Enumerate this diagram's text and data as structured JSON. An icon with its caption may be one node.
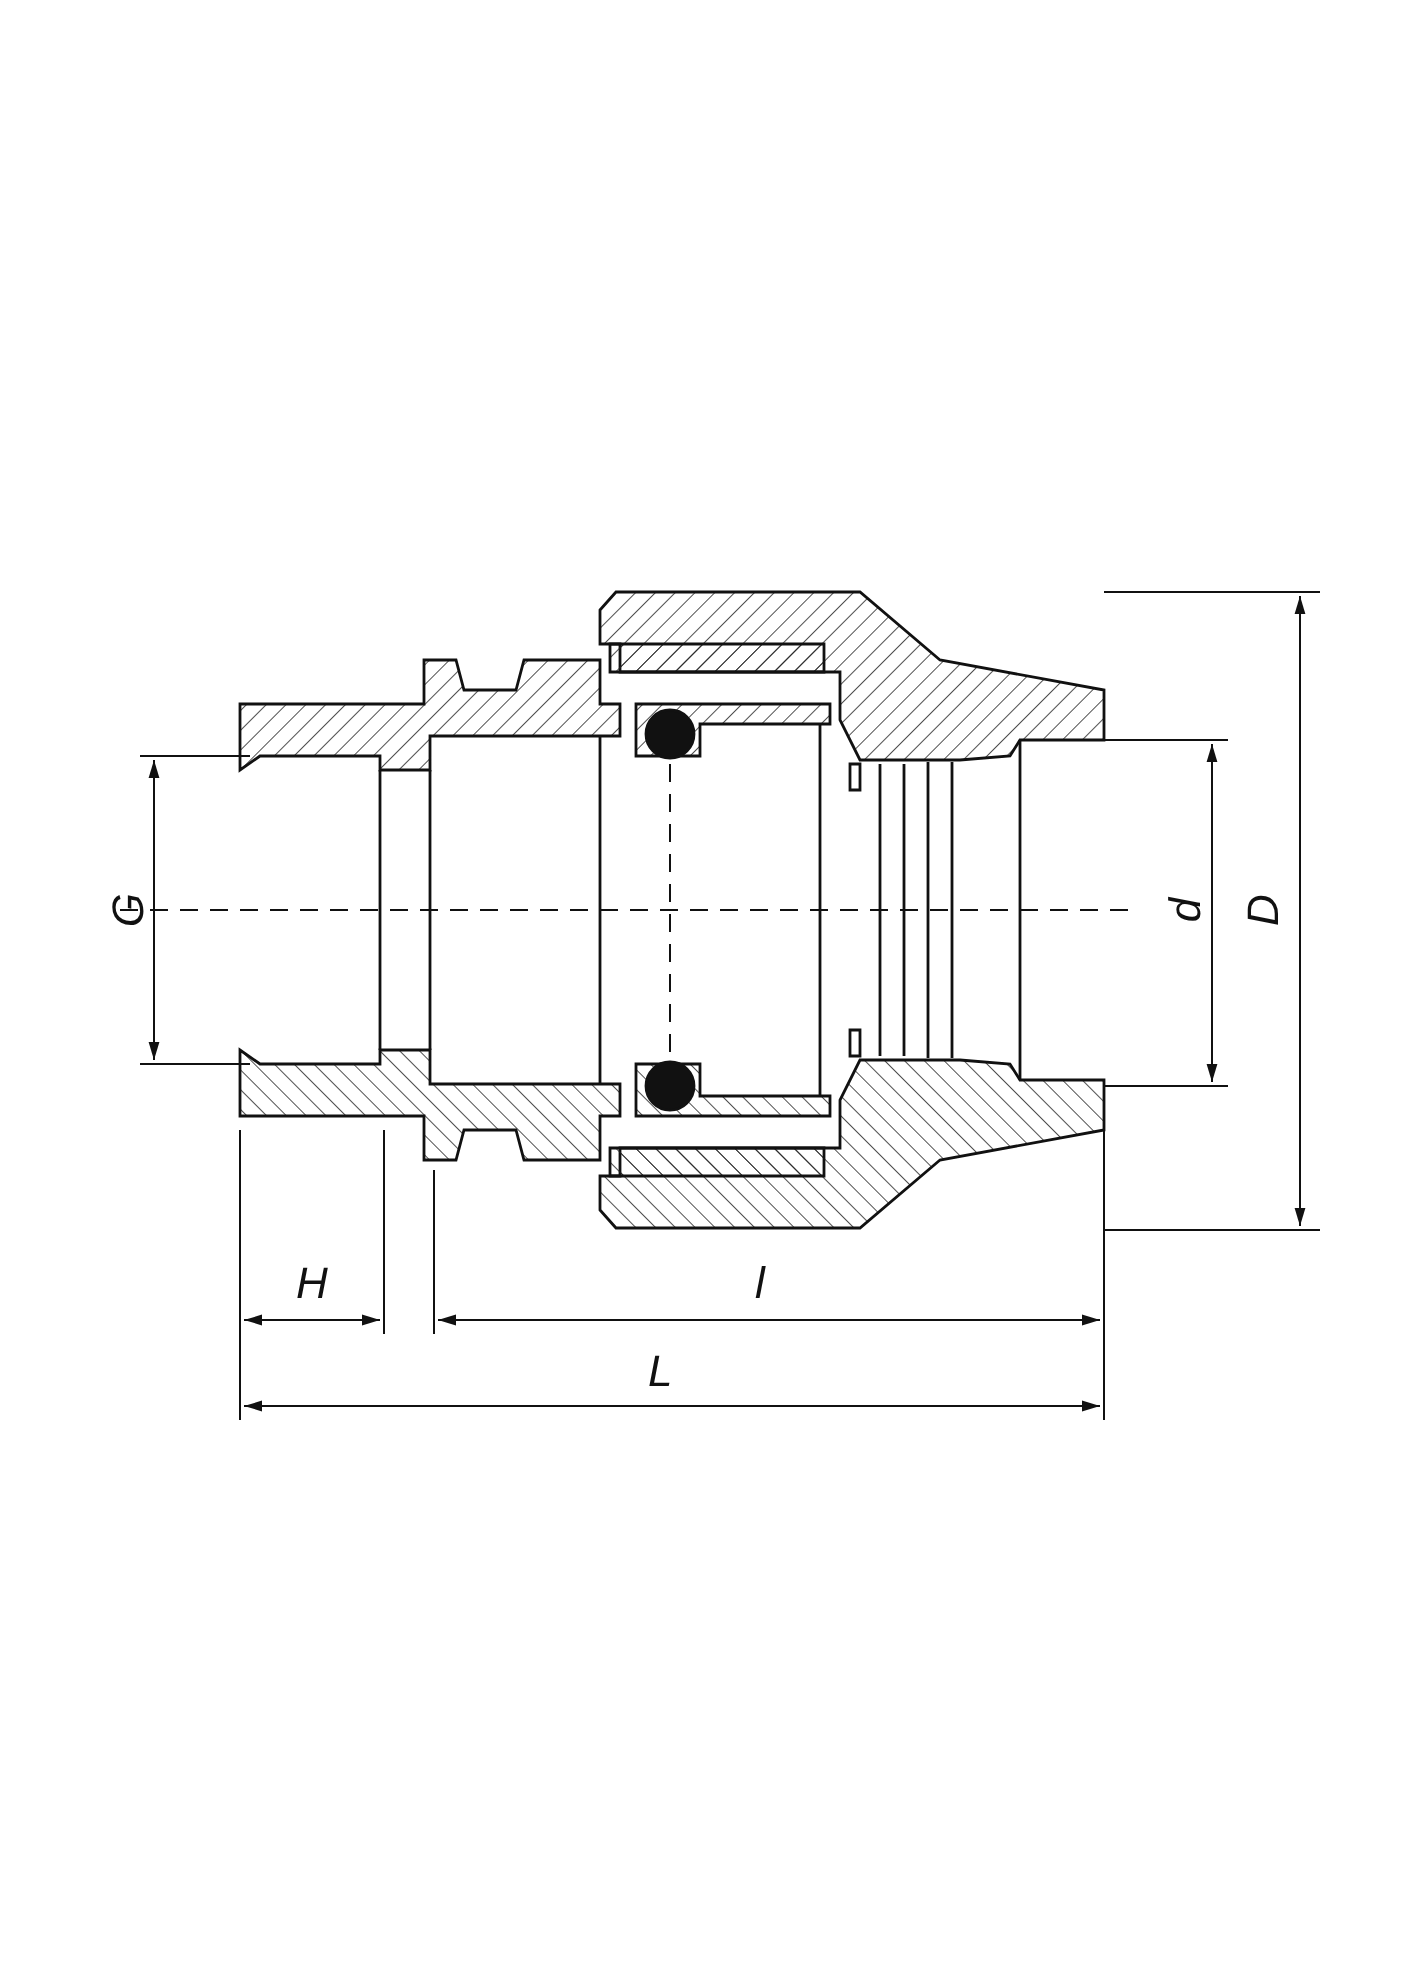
{
  "diagram": {
    "labels": [
      "G",
      "d",
      "D",
      "H",
      "l",
      "L"
    ]
  }
}
